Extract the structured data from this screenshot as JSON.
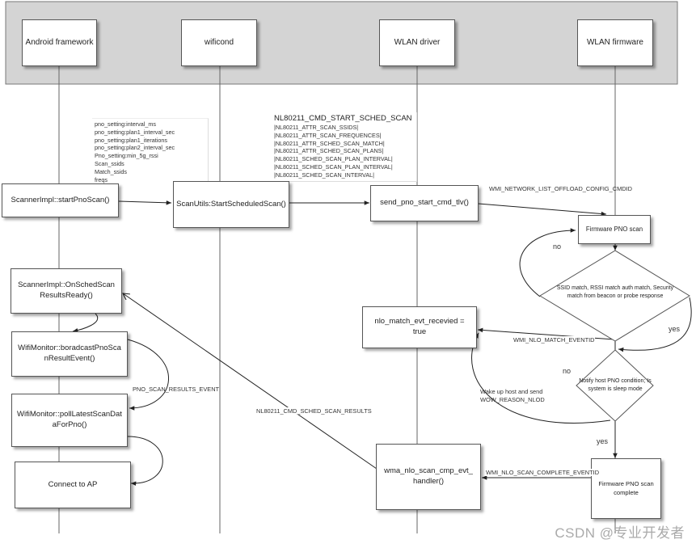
{
  "lifelines": [
    "Android framework",
    "wificond",
    "WLAN driver",
    "WLAN firmware"
  ],
  "notes": {
    "pno_settings": [
      "pno_setting:interval_ms",
      "pno_setting:plan1_interval_sec",
      "pno_setting:plan1_iterations",
      "pno_setting:plan2_interval_sec",
      "Pno_setting:min_5g_rssi",
      "Scan_ssids",
      "Match_ssids",
      "freqs"
    ],
    "nl80211_title": "NL80211_CMD_START_SCHED_SCAN",
    "nl80211_attrs": [
      "|NL80211_ATTR_SCAN_SSIDS|",
      "|NL80211_ATTR_SCAN_FREQUENCES|",
      "|NL80211_ATTR_SCHED_SCAN_MATCH|",
      "|NL80211_ATTR_SCHED_SCAN_PLANS|",
      "|NL80211_SCHED_SCAN_PLAN_INTERVAL|",
      "|NL80211_SCHED_SCAN_PLAN_INTERVAL|",
      "|NL80211_SCHED_SCAN_INTERVAL|"
    ]
  },
  "boxes": {
    "scanner_start": "ScannerImpl::startPnoScan()",
    "scanutils": "ScanUtils:StartScheduledScan()",
    "send_pno": "send_pno_start_cmd_tlv()",
    "fw_pno_scan": "Firmware PNO scan",
    "on_sched": "ScannerImpl::OnSchedScanResultsReady()",
    "broadcast": "WifiMonitor::boradcastPnoScanResultEvent()",
    "poll": "WifiMonitor::pollLatestScanDataForPno()",
    "connect": "Connect to AP",
    "nlo_match": "nlo_match_evt_recevied = true",
    "wma_nlo": "wma_nlo_scan_cmp_evt_handler()",
    "fw_complete": "Firmware PNO scan complete"
  },
  "decisions": {
    "ssid_match": "SSID match, RSSI match auth match, Security match from beacon or probe response",
    "notify_host": "Notify host PNO condition; Is system is sleep mode"
  },
  "labels": {
    "wmi_network": "WMI_NETWORK_LIST_OFFLOAD_CONFIG_CMDID",
    "no1": "no",
    "yes1": "yes",
    "wmi_nlo_match": "WMI_NLO_MATCH_EVENTID",
    "no2": "no",
    "wake_up": "Wake up host and send",
    "wow_reason": "WOW_REASON_NLOD",
    "yes2": "yes",
    "wmi_nlo_complete": "WMI_NLO_SCAN_COMPLETE_EVENTID",
    "pno_results_event": "PNO_SCAN_RESULTS_EVENT",
    "nl80211_results": "NL80211_CMD_SCHED_SCAN_RESULTS"
  },
  "watermark": "CSDN @专业开发者"
}
